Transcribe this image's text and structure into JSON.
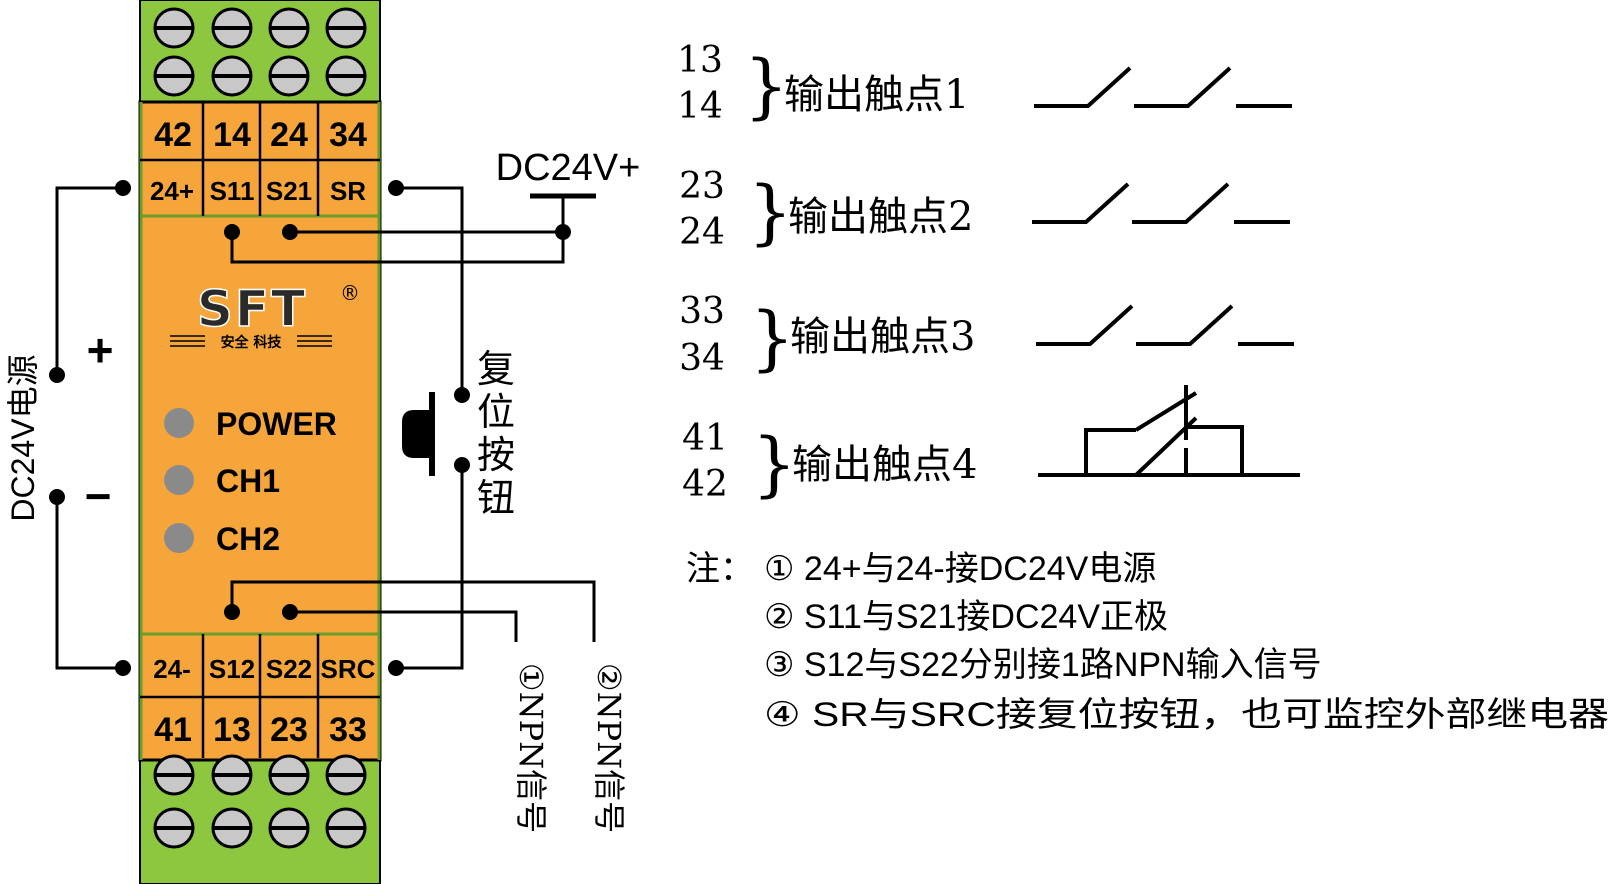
{
  "module": {
    "brand": "SFT",
    "brand_mark": "®",
    "brand_sub": "安全 科技",
    "leds": [
      {
        "label": "POWER"
      },
      {
        "label": "CH1"
      },
      {
        "label": "CH2"
      }
    ],
    "top_terminals_row1": [
      "42",
      "14",
      "24",
      "34"
    ],
    "top_terminals_row2": [
      "24+",
      "S11",
      "S21",
      "SR"
    ],
    "bottom_terminals_row1": [
      "24-",
      "S12",
      "S22",
      "SRC"
    ],
    "bottom_terminals_row2": [
      "41",
      "13",
      "23",
      "33"
    ]
  },
  "wiring": {
    "power_label": "DC24V电源",
    "plus_sign": "+",
    "minus_sign": "−",
    "dc_supply_label": "DC24V+",
    "reset_button_label": "复位按钮",
    "npn_signal_1": "①NPN信号",
    "npn_signal_2": "②NPN信号"
  },
  "outputs": [
    {
      "terminal_a": "13",
      "terminal_b": "14",
      "label": "输出触点1",
      "type": "NO"
    },
    {
      "terminal_a": "23",
      "terminal_b": "24",
      "label": "输出触点2",
      "type": "NO"
    },
    {
      "terminal_a": "33",
      "terminal_b": "34",
      "label": "输出触点3",
      "type": "NO"
    },
    {
      "terminal_a": "41",
      "terminal_b": "42",
      "label": "输出触点4",
      "type": "NC"
    }
  ],
  "notes": {
    "prefix": "注：",
    "items": [
      "① 24+与24-接DC24V电源",
      "② S11与S21接DC24V正极",
      "③ S12与S22分别接1路NPN输入信号",
      "④ SR与SRC接复位按钮，也可监控外部继电器"
    ]
  },
  "colors": {
    "module_body": "#F5A53A",
    "terminal_block": "#8DC63F",
    "screw": "#C8C8C8",
    "led": "#8A8A8A",
    "wire": "#000000"
  }
}
